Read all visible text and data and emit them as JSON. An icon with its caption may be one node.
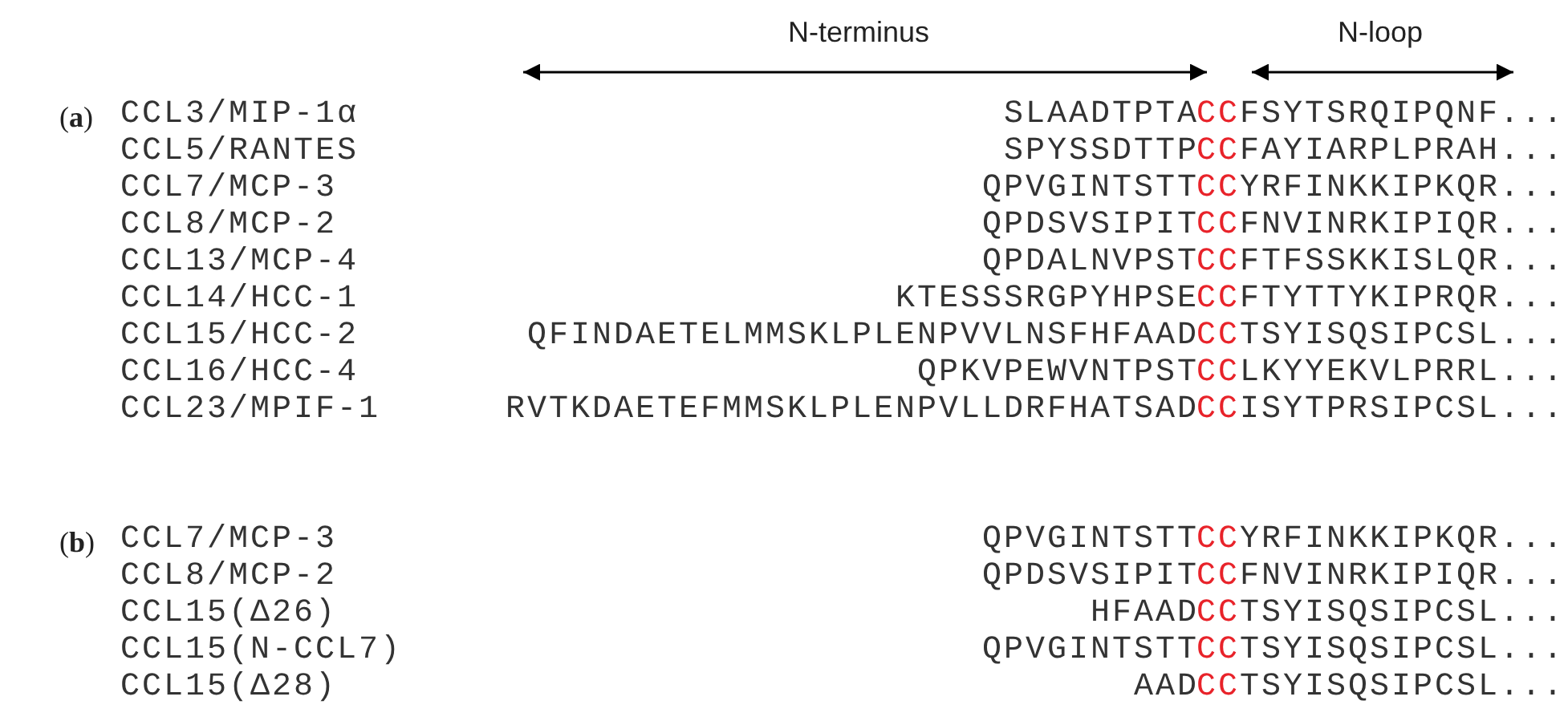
{
  "diagram": {
    "labels": [
      "N-terminus",
      "N-loop",
      "(**a**)",
      "CCL3/MIP-1α",
      "SLAADTPTA",
      "CC",
      "FSYTSRQIPQNF...",
      "CCL5/RANTES",
      "SPYSSDTTP",
      "CC",
      "FAYIARPLPRAH...",
      "CCL7/MCP-3",
      "QPVGINTSTT",
      "CC",
      "YRFINKKIPKQR...",
      "CCL8/MCP-2",
      "QPDSVSIPIT",
      "CC",
      "FNVINRKIPIQR...",
      "CCL13/MCP-4",
      "QPDALNVPST",
      "CC",
      "FTFSSKKISLQR...",
      "CCL14/HCC-1",
      "KTESSSRGPYHPSE",
      "CC",
      "FTYTTYKIPRQR...",
      "CCL15/HCC-2",
      "QFINDAETELMMSKLPLENPVVLNSFHFAAD",
      "CC",
      "TSYISQSIPCSL...",
      "CCL16/HCC-4",
      "QPKVPEWVNTPST",
      "CC",
      "LKYYEKVLPRRL...",
      "CCL23/MPIF-1",
      "RVTKDAETEFMMSKLPLENPVLLDRFHATSAD",
      "CC",
      "ISYTPRSIPCSL...",
      "(**b**)",
      "CCL7/MCP-3",
      "QPVGINTSTT",
      "CC",
      "YRFINKKIPKQR...",
      "CCL8/MCP-2",
      "QPDSVSIPIT",
      "CC",
      "FNVINRKIPIQR...",
      "CCL15(Δ26)",
      "HFAAD",
      "CC",
      "TSYISQSIPCSL...",
      "CCL15(N-CCL7)",
      "QPVGINTSTT",
      "CC",
      "TSYISQSIPCSL...",
      "CCL15(Δ28)",
      "AAD",
      "CC",
      "TSYISQSIPCSL..."
    ]
  }
}
